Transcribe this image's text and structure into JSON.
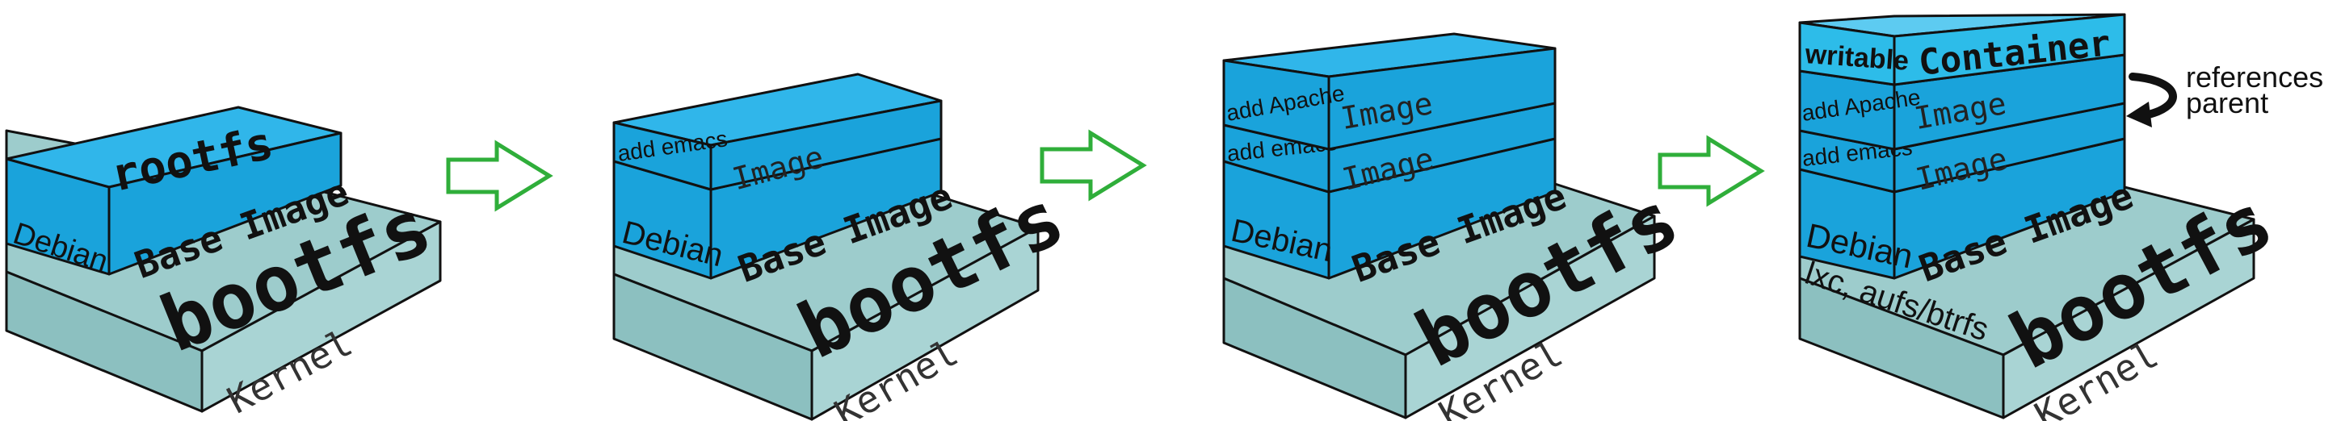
{
  "colors": {
    "kernel_top": "#9dcccc",
    "kernel_front": "#a9d4d4",
    "kernel_side": "#8cc0c0",
    "blue_top": "#30b6ea",
    "blue_front": "#1aa3db",
    "blue_side": "#0f8cc0",
    "container_top": "#5dcbf1",
    "container_front": "#2dbce9",
    "arrow_stroke": "#2fae3a"
  },
  "labels": {
    "kernel": "Kernel",
    "bootfs": "bootfs",
    "rootfs": "rootfs",
    "debian": "Debian",
    "base_image": "Base Image",
    "add_emacs": "add emacs",
    "add_apache": "add Apache",
    "image": "Image",
    "writable": "writable",
    "container": "Container",
    "lxc": "lxc, aufs/btrfs",
    "references_parent_line1": "references",
    "references_parent_line2": "parent"
  }
}
